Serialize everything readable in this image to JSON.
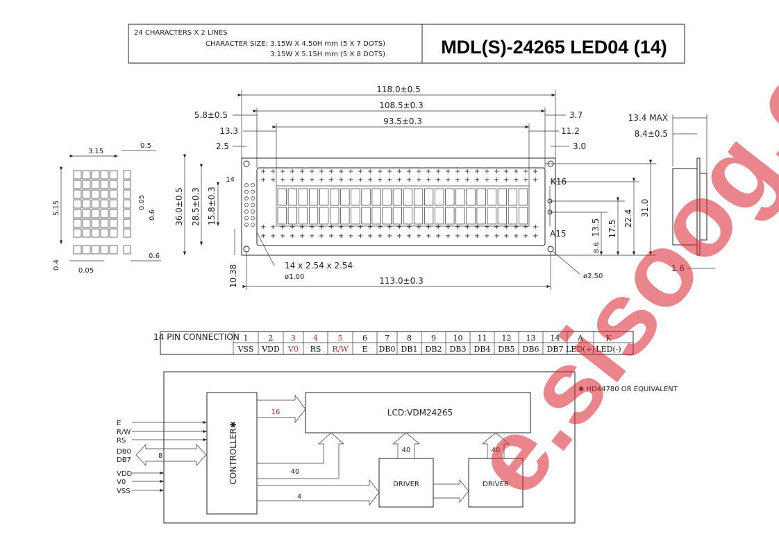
{
  "header": {
    "line1": "24 CHARACTERS X 2 LINES",
    "line2": "CHARACTER SIZE: 3.15W X 4.50H mm (5 X 7 DOTS)",
    "line3": "3.15W X 5.15H mm (5 X 8 DOTS)",
    "model": "MDL(S)-24265 LED04 (14)"
  },
  "char_detail": {
    "w": "3.15",
    "gap": "0.5",
    "h": "5.15",
    "dot_gap_v": "0.05",
    "dot": "0.6",
    "bottom_gap": "0.4",
    "dot_gap_h": "0.05",
    "dot_w": "0.6"
  },
  "front": {
    "overall_w": "118.0±0.5",
    "window_w": "108.5±0.3",
    "view_w": "93.5±0.3",
    "left1": "5.8±0.5",
    "left2": "13.3",
    "left3": "2.5",
    "right1": "3.7",
    "right2": "11.2",
    "right3": "3.0",
    "overall_h": "36.0±0.5",
    "window_h": "28.5±0.3",
    "view_h": "15.8±0.3",
    "bottom_off": "10.38",
    "hole_span": "113.0±0.3",
    "pins": "14 x 2.54 x 2.54",
    "pin_dia": "ø1.00",
    "hole_dia": "ø2.50",
    "pin14": "14",
    "k16": "K16",
    "a15": "A15",
    "r1": "13.5",
    "r2": "17.5",
    "r3": "22.4",
    "r4": "31.0",
    "r5": "8.6"
  },
  "side": {
    "max": "13.4 MAX",
    "pcb": "8.4±0.5",
    "thick": "1.6"
  },
  "pin_table": {
    "label": "14 PIN CONNECTION",
    "numbers": [
      "1",
      "2",
      "3",
      "4",
      "5",
      "6",
      "7",
      "8",
      "9",
      "10",
      "11",
      "12",
      "13",
      "14",
      "A",
      "K"
    ],
    "names": [
      "VSS",
      "VDD",
      "V0",
      "RS",
      "R/W",
      "E",
      "DB0",
      "DB1",
      "DB2",
      "DB3",
      "DB4",
      "DB5",
      "DB6",
      "DB7",
      "LED(+)",
      "LED(-)"
    ]
  },
  "block": {
    "note": "✱ HD44780 OR EQUIVALENT",
    "controller": "CONTROLLER✱",
    "lcd": "LCD:VDM24265",
    "driver1": "DRIVER",
    "driver2": "DRIVER",
    "bus16": "16",
    "bus40a": "40",
    "bus40b": "40",
    "bus40c": "40",
    "bus4": "4",
    "bus8": "8",
    "signals": [
      "E",
      "R/W",
      "RS",
      "DB0",
      "DB7",
      "VDD",
      "V0",
      "VSS"
    ]
  },
  "watermark": "e.sisoog.com"
}
